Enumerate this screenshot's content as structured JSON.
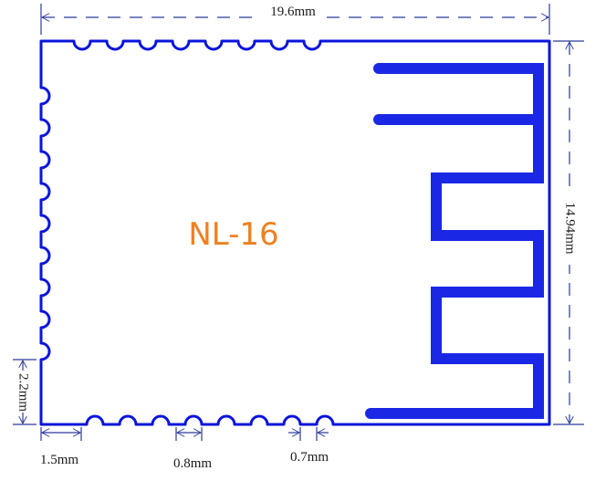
{
  "module": {
    "name": "NL-16",
    "name_color": "#ee8022",
    "outline_color": "#0a14dc",
    "antenna_color": "#1a28e6"
  },
  "dimensions": {
    "width": "19.6mm",
    "height": "14.94mm",
    "edge_offset": "2.2mm",
    "first_pad_offset": "1.5mm",
    "pad_pitch": "0.8mm",
    "pad_gap": "0.7mm"
  },
  "dimension_line_color": "#2a3a9a"
}
